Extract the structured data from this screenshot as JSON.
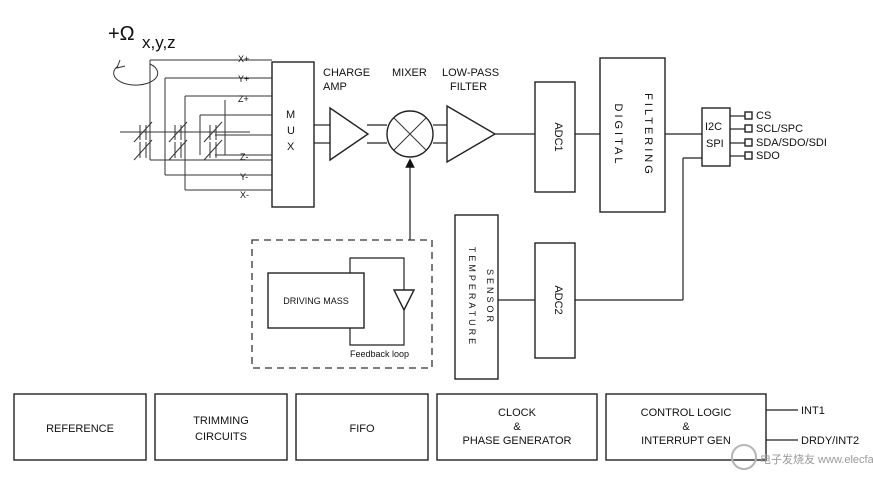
{
  "omega": {
    "symbol": "+Ω",
    "subscript": "x,y,z"
  },
  "mux": {
    "label": "MUX",
    "inputs": [
      "X+",
      "Y+",
      "Z+",
      "Z-",
      "Y-",
      "X-"
    ]
  },
  "stages": {
    "charge_amp": [
      "CHARGE",
      "AMP"
    ],
    "mixer": "MIXER",
    "low_pass": [
      "LOW-PASS",
      "FILTER"
    ]
  },
  "adc1": "ADC1",
  "adc2": "ADC2",
  "digital_filtering": [
    "DIGITAL",
    "FILTERING"
  ],
  "interface": {
    "i2c": "I2C",
    "spi": "SPI"
  },
  "pins": [
    "CS",
    "SCL/SPC",
    "SDA/SDO/SDI",
    "SDO"
  ],
  "temperature_sensor": [
    "TEMPERATURE",
    "SENSOR"
  ],
  "driving": {
    "mass": "DRIVING MASS",
    "feedback": "Feedback loop"
  },
  "bottom_blocks": [
    {
      "lines": [
        "REFERENCE"
      ]
    },
    {
      "lines": [
        "TRIMMING",
        "CIRCUITS"
      ]
    },
    {
      "lines": [
        "FIFO"
      ]
    },
    {
      "lines": [
        "CLOCK",
        "&",
        "PHASE GENERATOR"
      ]
    },
    {
      "lines": [
        "CONTROL LOGIC",
        "&",
        "INTERRUPT GEN"
      ]
    }
  ],
  "interrupts": [
    "INT1",
    "DRDY/INT2"
  ],
  "watermark": "电子发烧友 www.elecfans.com"
}
